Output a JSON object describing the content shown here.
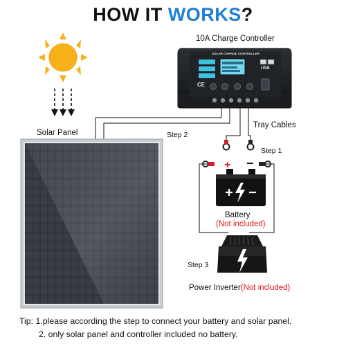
{
  "header": {
    "title_part1": "HOW IT ",
    "title_part2": "WORKS",
    "title_part3": "?",
    "accent_color": "#1e7fd8"
  },
  "controller": {
    "label": "10A Charge Controller",
    "panel_text": "SOLAR CHARGE CONTROLLER",
    "usb_text": "USB",
    "ce_text": "CE",
    "body_color": "#23262b"
  },
  "labels": {
    "solar_panel": "Solar Panel",
    "tray_cables": "Tray Cables",
    "step1": "Step 1",
    "step2": "Step 2",
    "step3": "Step 3"
  },
  "battery": {
    "label": "Battery",
    "note": "(Not included)",
    "plus_sign": "+",
    "minus_sign": "−"
  },
  "inverter": {
    "label": "Power Inverter",
    "note": "(Not included)"
  },
  "tips": {
    "line1": "Tip: 1.please according the step to connect your battery and solar panel.",
    "line2": "2. only solar panel and controller included no battery."
  },
  "colors": {
    "warning_red": "#e0141b",
    "sun_yellow": "#f7b21b",
    "wire": "#3a3a3a"
  }
}
